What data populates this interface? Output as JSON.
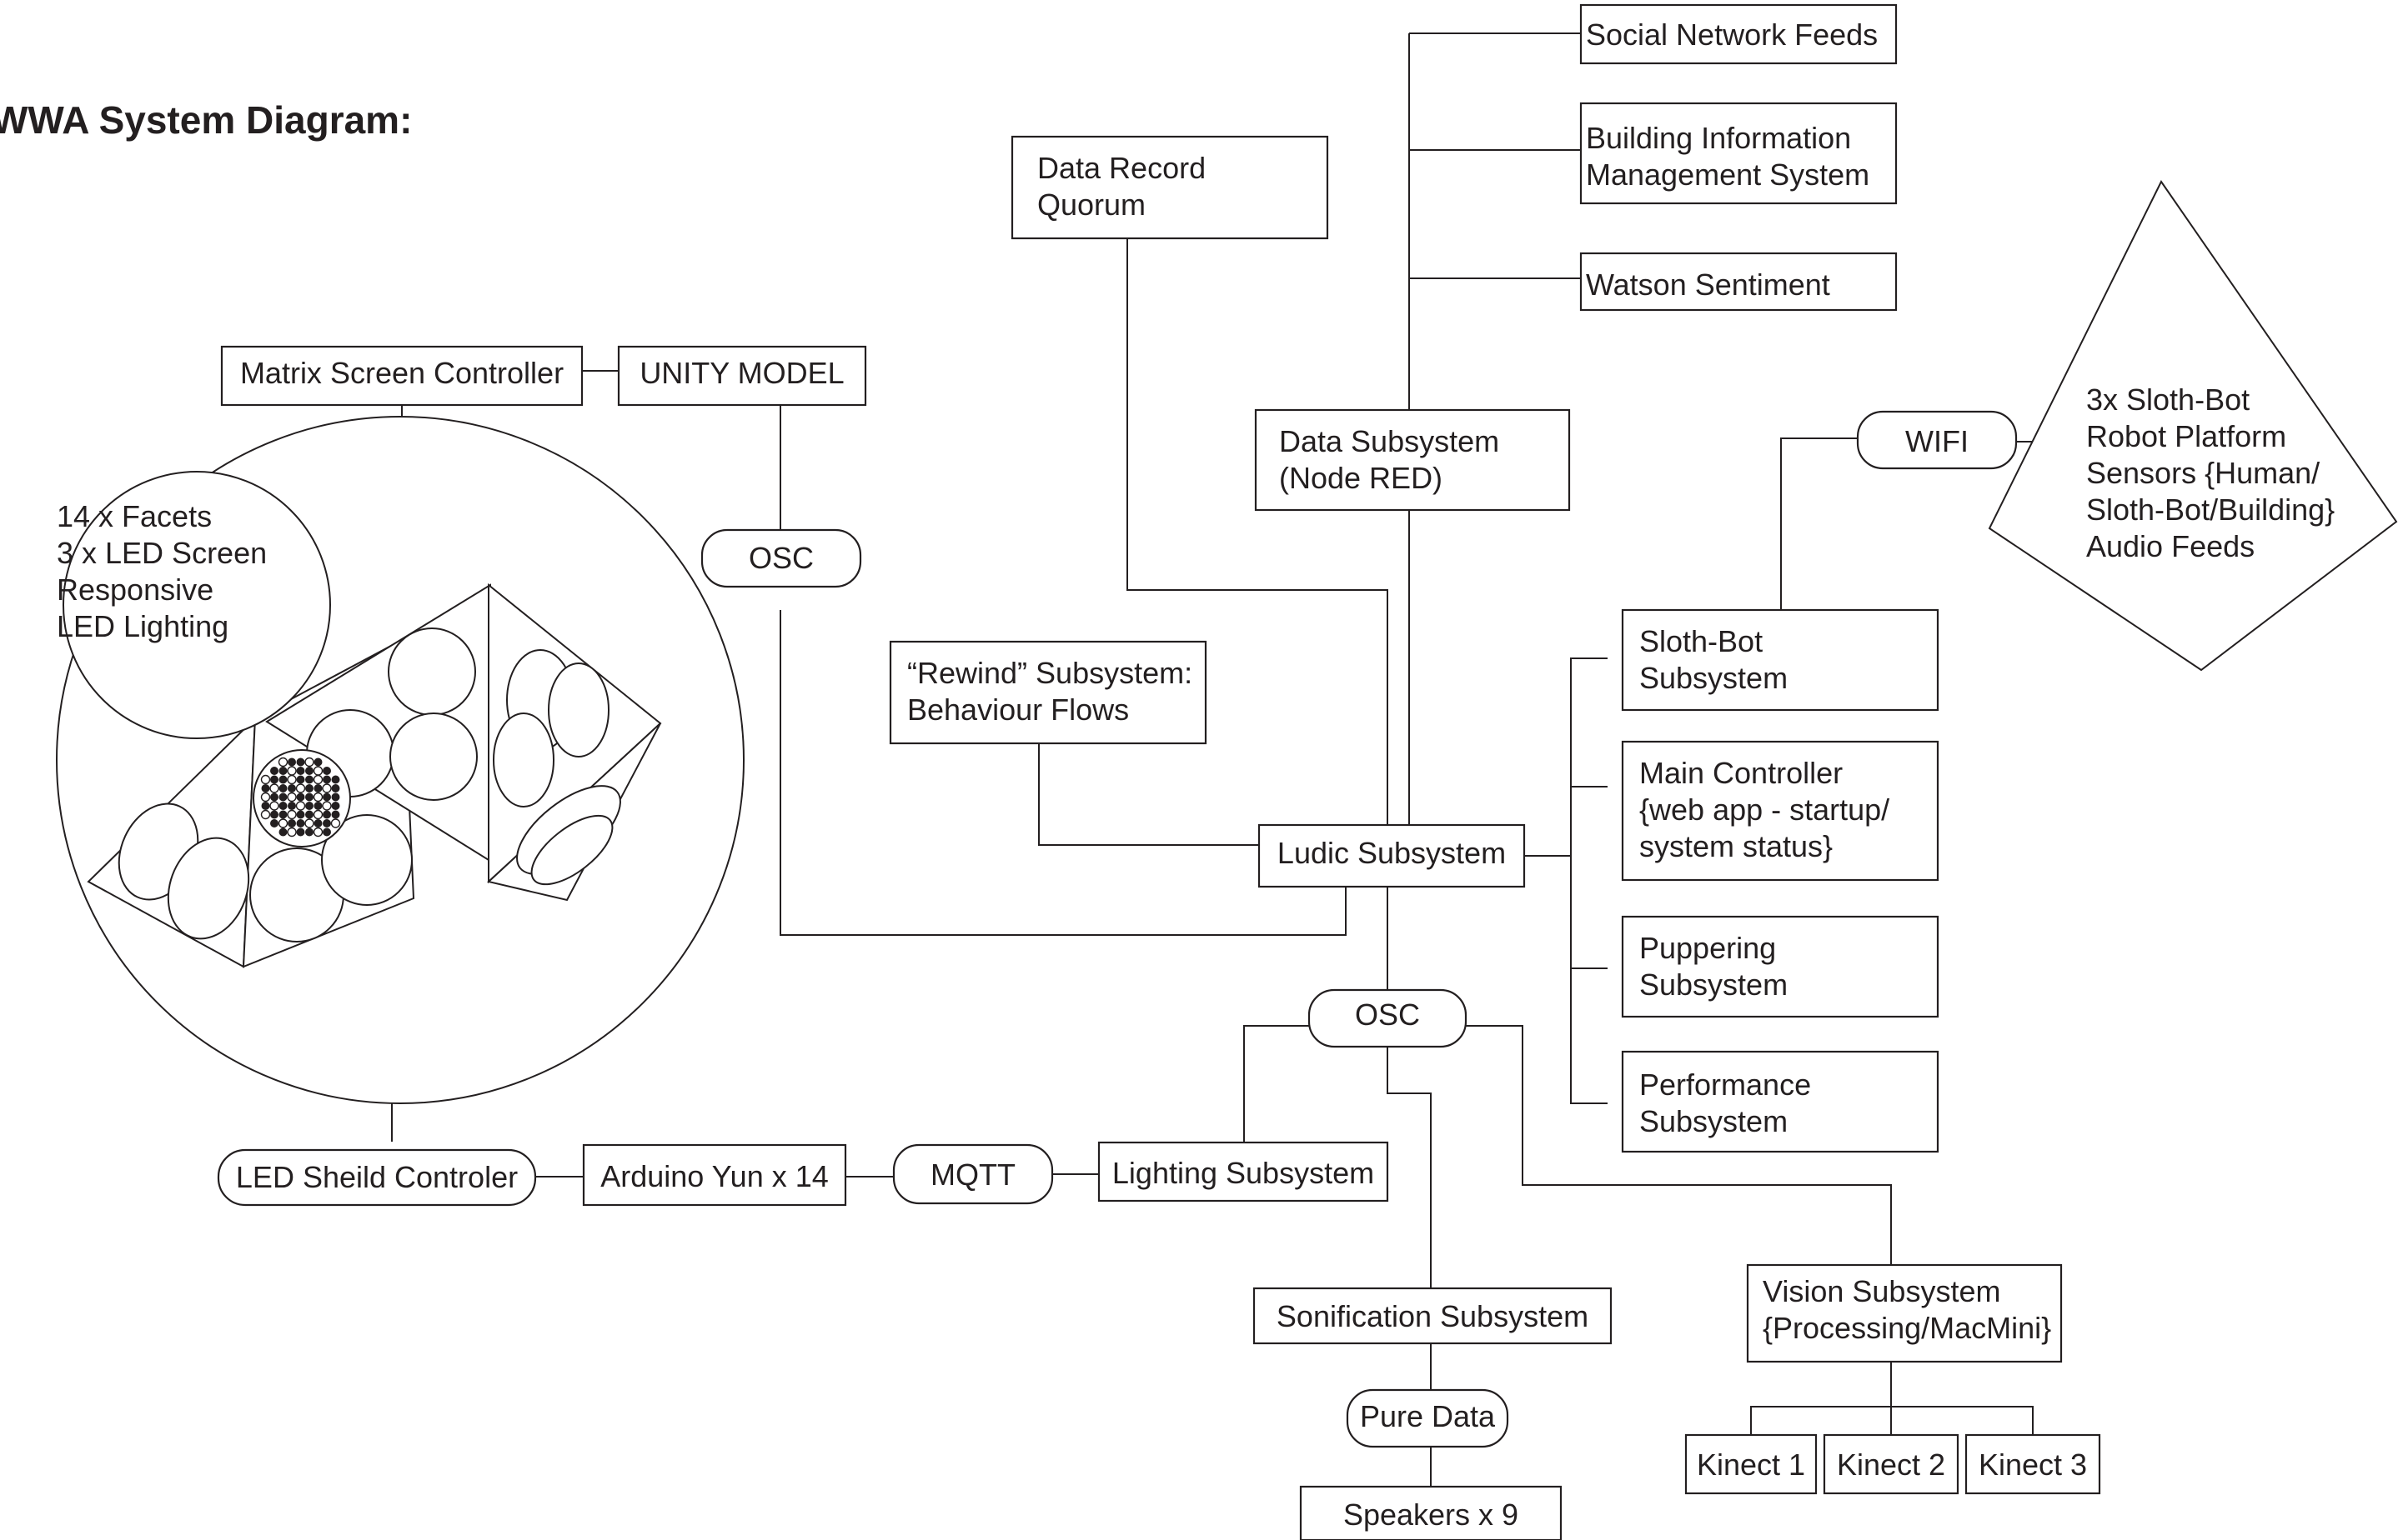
{
  "title": "WWA System Diagram:",
  "nodes": {
    "social_network_feeds": {
      "lines": [
        "Social Network Feeds"
      ]
    },
    "building_info": {
      "lines": [
        "Building Information",
        "Management System"
      ]
    },
    "watson_sentiment": {
      "lines": [
        "Watson Sentiment"
      ]
    },
    "data_record": {
      "lines": [
        "Data Record",
        "Quorum"
      ]
    },
    "data_subsystem": {
      "lines": [
        "Data Subsystem",
        "(Node RED)"
      ]
    },
    "matrix_screen_controller": {
      "lines": [
        "Matrix Screen Controller"
      ]
    },
    "unity_model": {
      "lines": [
        "UNITY MODEL"
      ]
    },
    "osc_top": {
      "lines": [
        "OSC"
      ]
    },
    "wifi": {
      "lines": [
        "WIFI"
      ]
    },
    "slothbot_platform": {
      "lines": [
        "3x Sloth-Bot",
        "Robot Platform",
        "Sensors {Human/",
        "Sloth-Bot/Building}",
        "Audio Feeds"
      ]
    },
    "facets": {
      "lines": [
        "14 x Facets",
        "3 x LED Screen",
        "Responsive",
        "LED Lighting"
      ]
    },
    "rewind_subsystem": {
      "lines": [
        "“Rewind” Subsystem:",
        "Behaviour Flows"
      ]
    },
    "slothbot_subsystem": {
      "lines": [
        "Sloth-Bot",
        "Subsystem"
      ]
    },
    "main_controller": {
      "lines": [
        "Main Controller",
        "{web app - startup/",
        "system status}"
      ]
    },
    "ludic_subsystem": {
      "lines": [
        "Ludic Subsystem"
      ]
    },
    "puppering_subsystem": {
      "lines": [
        "Puppering",
        "Subsystem"
      ]
    },
    "osc_bottom": {
      "lines": [
        "OSC"
      ]
    },
    "performance_subsystem": {
      "lines": [
        "Performance",
        "Subsystem"
      ]
    },
    "led_shield_controller": {
      "lines": [
        "LED Sheild Controler"
      ]
    },
    "arduino_yun": {
      "lines": [
        "Arduino Yun x 14"
      ]
    },
    "mqtt": {
      "lines": [
        "MQTT"
      ]
    },
    "lighting_subsystem": {
      "lines": [
        "Lighting Subsystem"
      ]
    },
    "sonification_subsystem": {
      "lines": [
        "Sonification Subsystem"
      ]
    },
    "vision_subsystem": {
      "lines": [
        "Vision Subsystem",
        "{Processing/MacMini}"
      ]
    },
    "pure_data": {
      "lines": [
        "Pure Data"
      ]
    },
    "speakers": {
      "lines": [
        "Speakers x 9"
      ]
    },
    "kinect_1": {
      "lines": [
        "Kinect 1"
      ]
    },
    "kinect_2": {
      "lines": [
        "Kinect 2"
      ]
    },
    "kinect_3": {
      "lines": [
        "Kinect 3"
      ]
    }
  }
}
